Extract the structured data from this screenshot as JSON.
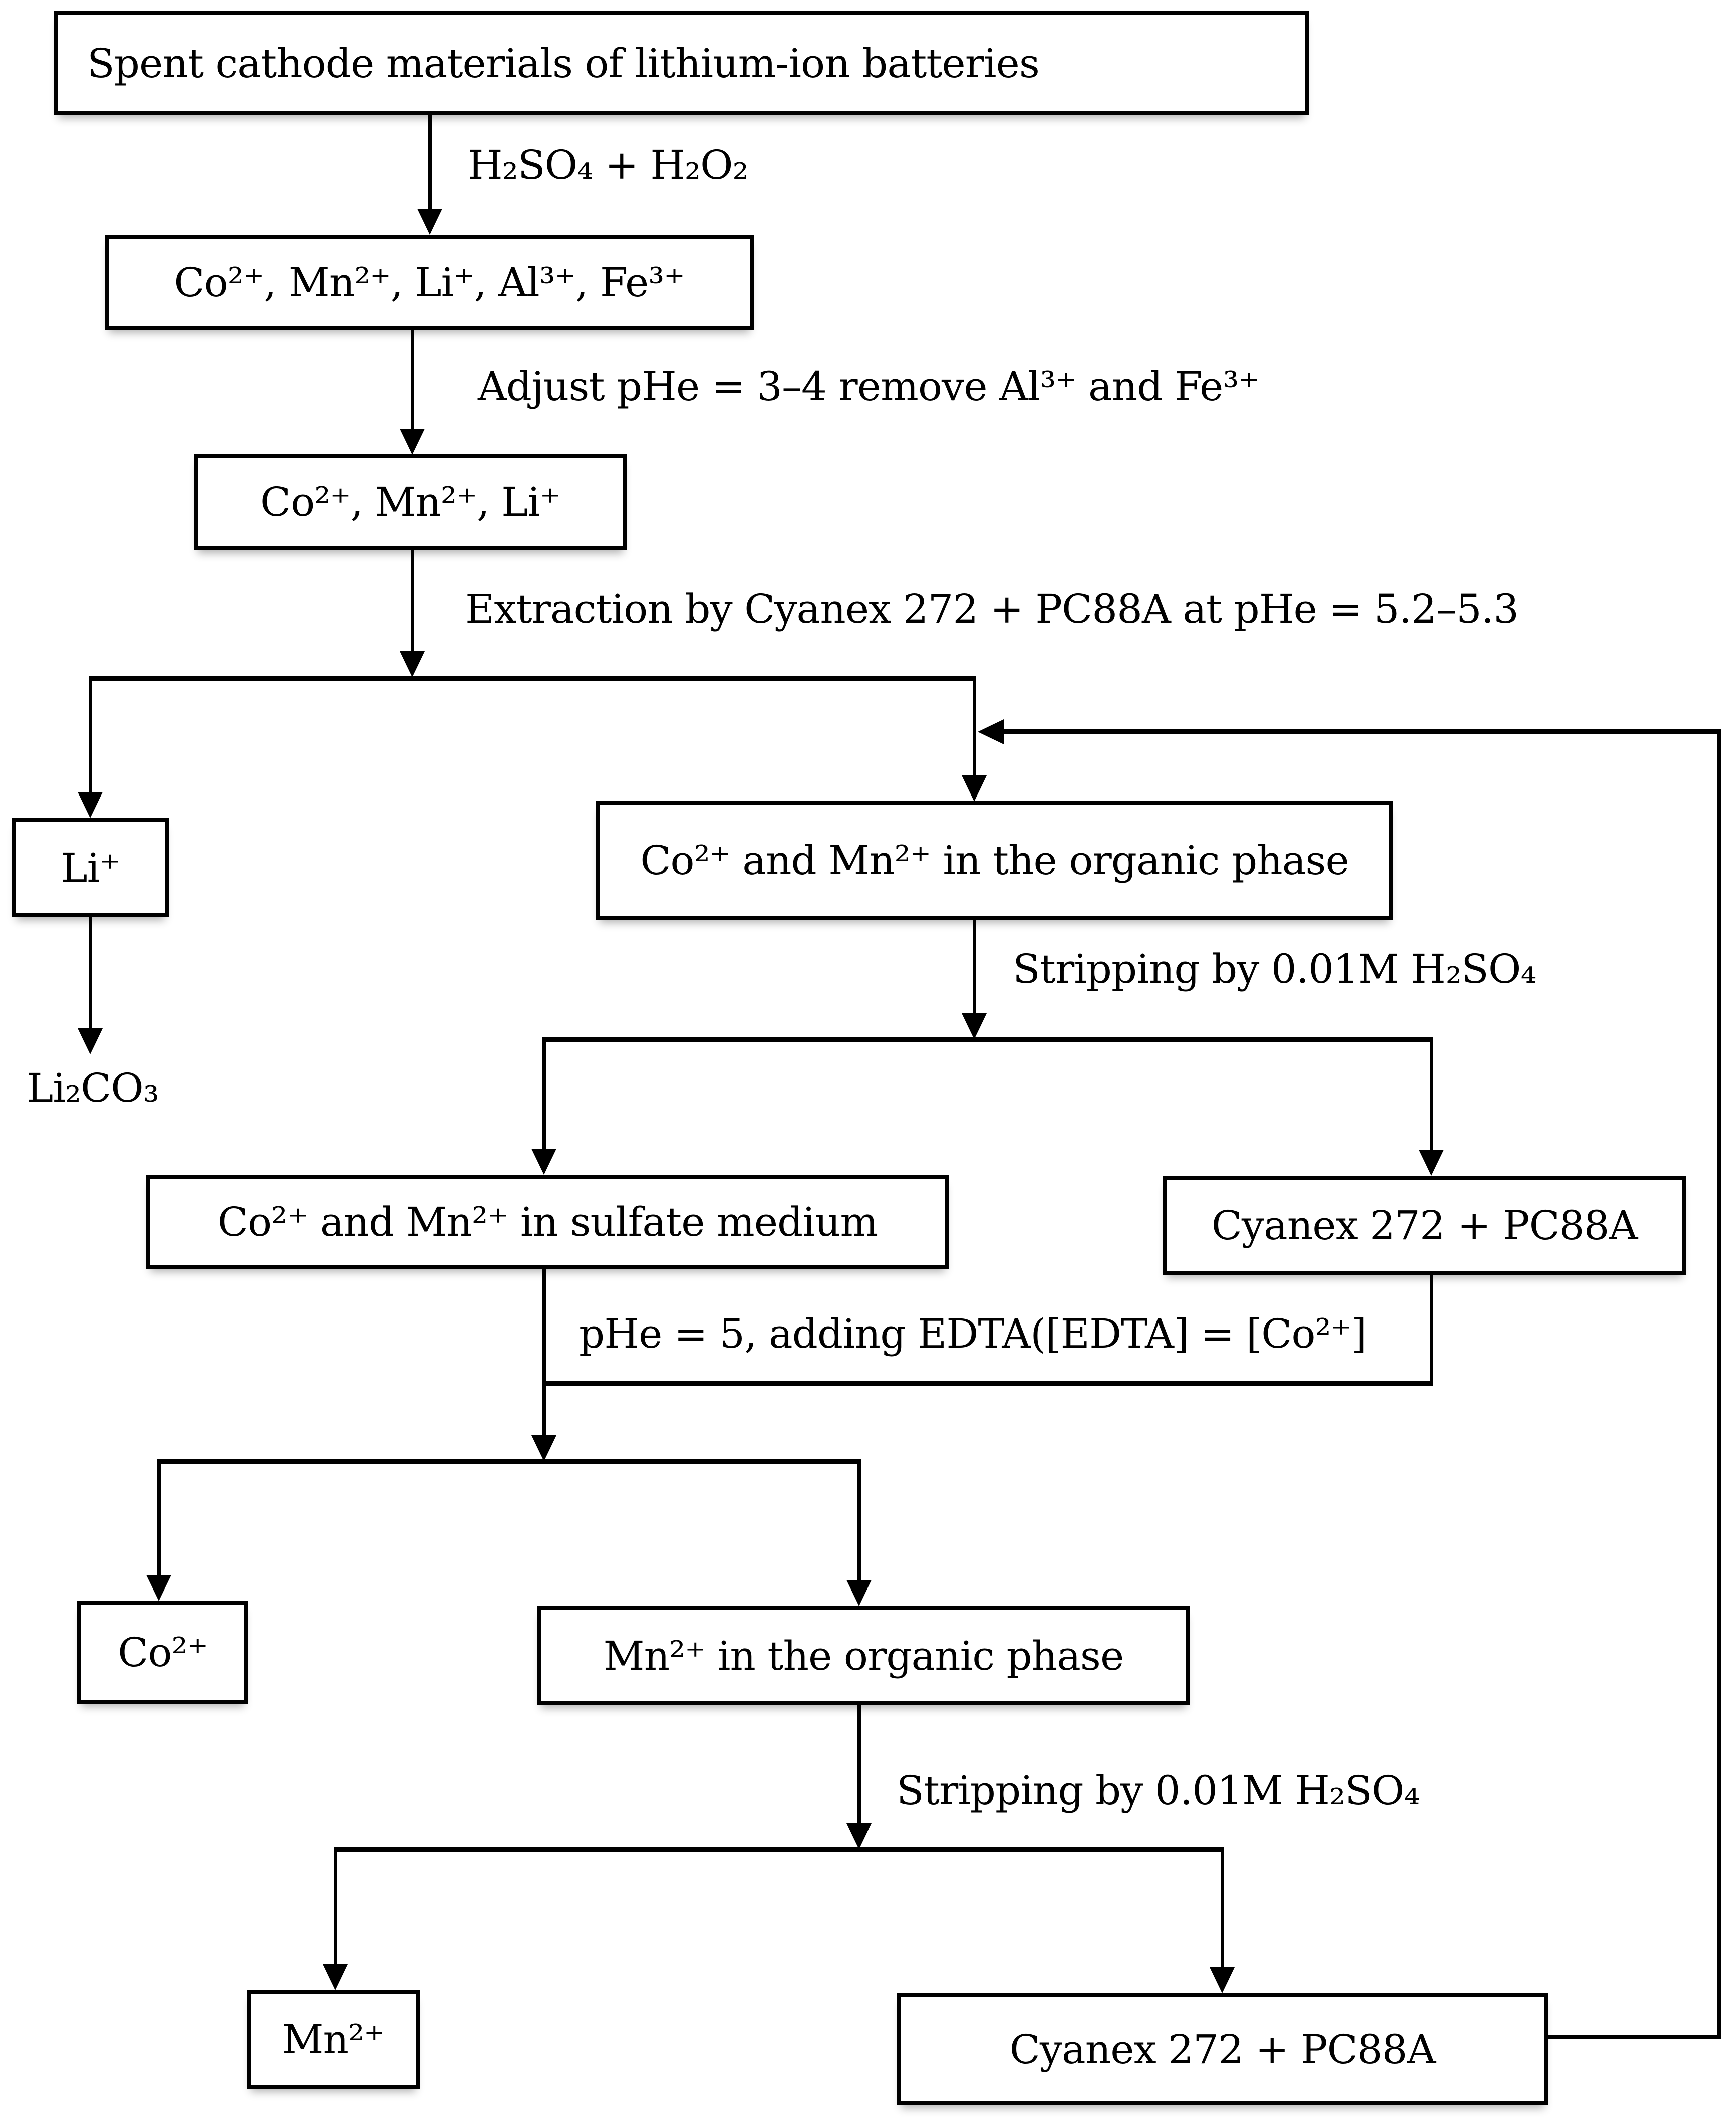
{
  "flowchart": {
    "nodes": {
      "spent_cathode": "Spent cathode materials of lithium-ion batteries",
      "leach_liquor": "Co²⁺, Mn²⁺, Li⁺, Al³⁺, Fe³⁺",
      "purified_liquor": "Co²⁺, Mn²⁺, Li⁺",
      "lithium_raffinate": "Li⁺",
      "co_mn_organic": "Co²⁺ and Mn²⁺ in the organic phase",
      "lithium_carbonate": "Li₂CO₃",
      "co_mn_sulfate": "Co²⁺ and Mn²⁺ in sulfate medium",
      "regenerated_extractant": "Cyanex 272 + PC88A",
      "cobalt_product": "Co²⁺",
      "mn_organic": "Mn²⁺ in the organic phase",
      "manganese_product": "Mn²⁺",
      "stripped_extractant": "Cyanex 272 + PC88A"
    },
    "edge_labels": {
      "leaching": "H₂SO₄ + H₂O₂",
      "ph_adjustment": "Adjust pHe = 3–4 remove Al³⁺ and Fe³⁺",
      "extraction": "Extraction by Cyanex 272 + PC88A at pHe = 5.2–5.3",
      "stripping_co_mn": "Stripping by 0.01M H₂SO₄",
      "edta_addition": "pHe = 5, adding EDTA([EDTA] = [Co²⁺]",
      "stripping_mn": "Stripping by 0.01M H₂SO₄"
    },
    "colors": {
      "line": "#000000",
      "box_border": "#000000",
      "box_fill": "#ffffff",
      "background": "#ffffff",
      "text": "#000000"
    }
  }
}
